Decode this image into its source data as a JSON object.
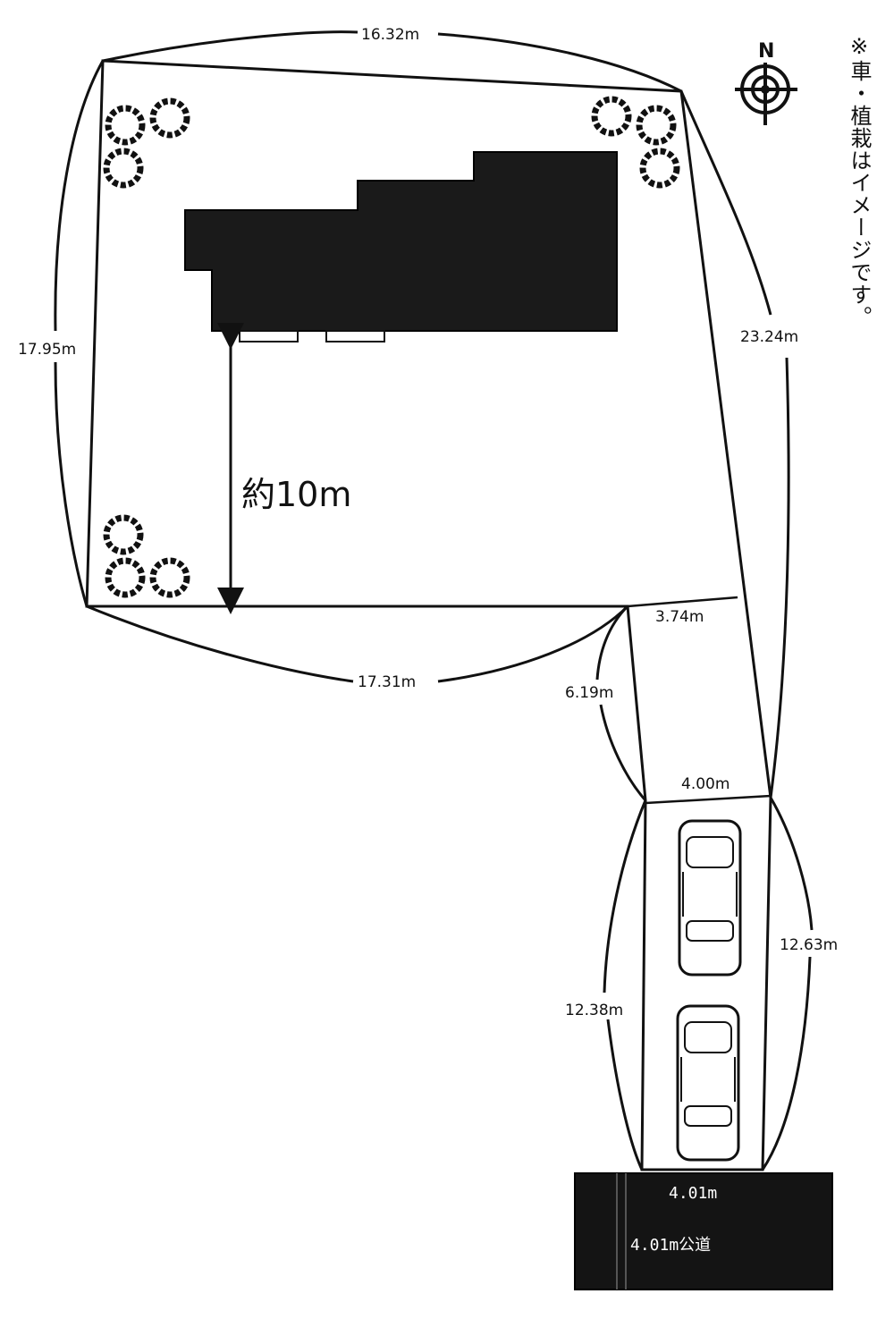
{
  "labels": {
    "top": "16.32m",
    "left": "17.95m",
    "bottom": "17.31m",
    "right": "23.24m",
    "flag_top": "3.74m",
    "flag_diag": "6.19m",
    "flag_width": "4.00m",
    "drive_right": "12.63m",
    "drive_left": "12.38m",
    "road_width": "4.01m",
    "road_label": "4.01m公道",
    "approx_depth": "約10m"
  },
  "compass": {
    "letter": "N"
  },
  "note": "※車・植栽はイメージです。"
}
